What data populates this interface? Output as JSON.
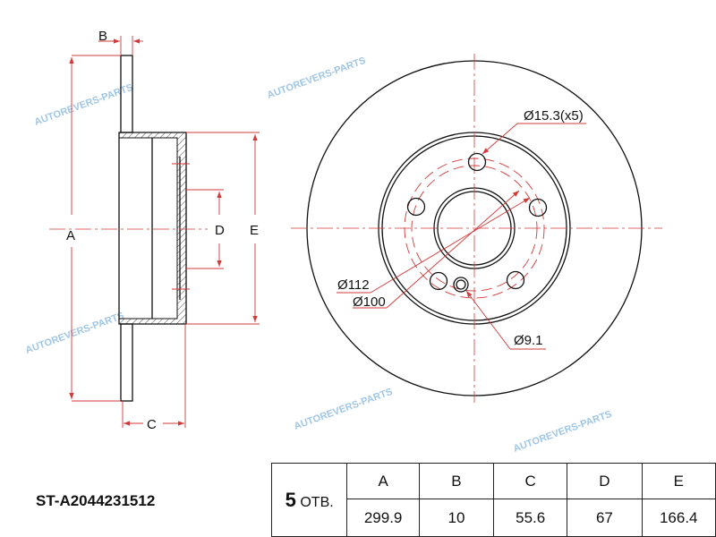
{
  "part_number": "ST-A2044231512",
  "watermark": "AUTOREVERS-PARTS",
  "side_view": {
    "labels": {
      "A": "A",
      "B": "B",
      "C": "C",
      "D": "D",
      "E": "E"
    }
  },
  "front_view": {
    "callouts": {
      "bolt_hole": "Ø15.3(x5)",
      "pcd_outer": "Ø112",
      "pcd_inner": "Ø100",
      "small_hole": "Ø9.1"
    }
  },
  "spec_table": {
    "holes_count": "5",
    "holes_label": "ОТВ.",
    "headers": [
      "A",
      "B",
      "C",
      "D",
      "E"
    ],
    "values": [
      "299.9",
      "10",
      "55.6",
      "67",
      "166.4"
    ]
  },
  "colors": {
    "dimension": "#d23a3a",
    "outline": "#111111",
    "watermark": "#7fb3de"
  }
}
